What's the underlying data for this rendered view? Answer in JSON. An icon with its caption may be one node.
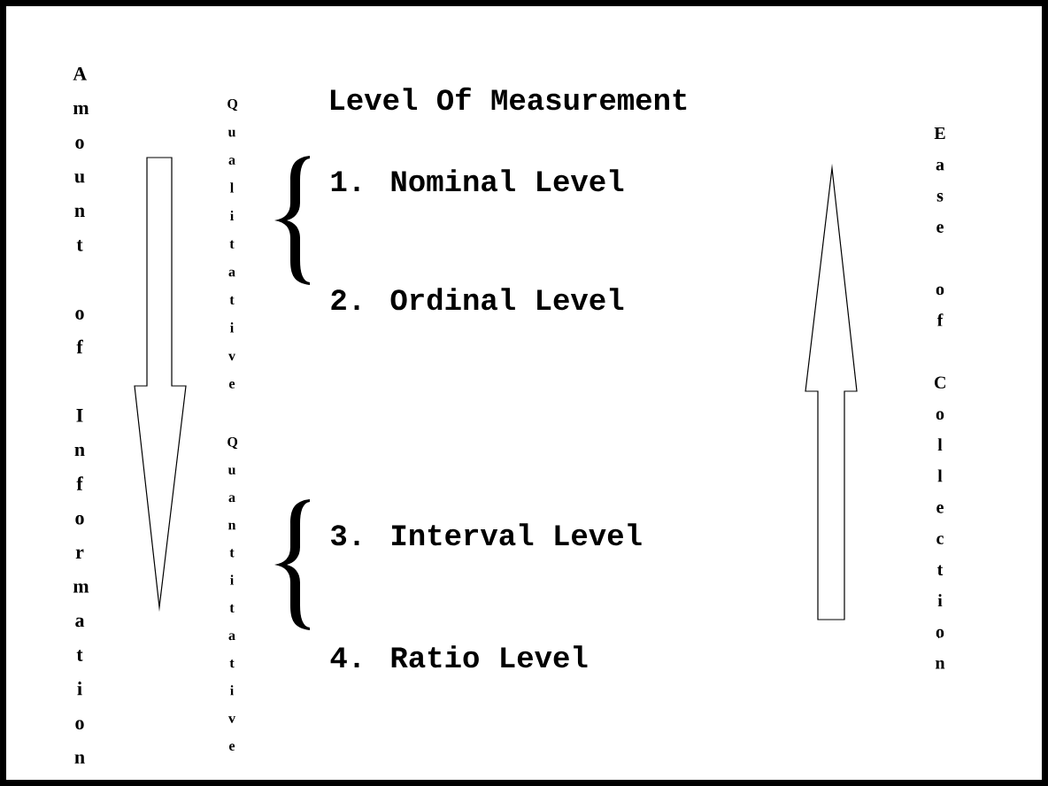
{
  "diagram": {
    "title": "Level Of Measurement",
    "labels": [
      "Amount of Information",
      "Qualitative",
      "Quantitative",
      "1. Nominal Level",
      "2. Ordinal Level",
      "3. Interval Level",
      "4. Ratio Level",
      "Ease of Collection"
    ]
  }
}
